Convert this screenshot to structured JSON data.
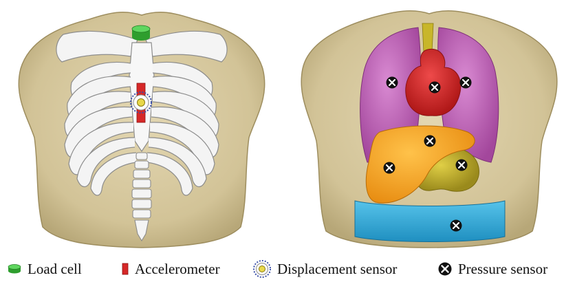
{
  "legend": {
    "load_cell": "Load cell",
    "accelerometer": "Accelerometer",
    "displacement_sensor": "Displacement sensor",
    "pressure_sensor": "Pressure sensor"
  },
  "colors": {
    "skin": "#d7c9a0",
    "skin_shadow": "#b8a878",
    "bone": "#f4f4f4",
    "bone_outline": "#8c8c8c",
    "load_cell": "#3bbf3b",
    "accelerometer": "#d62828",
    "displacement_ring": "#3a4fa8",
    "displacement_core": "#e8d84a",
    "lung": "#c064b8",
    "heart": "#d42a2a",
    "liver": "#f2a623",
    "stomach": "#c8b62a",
    "belt": "#2ea9d8",
    "pressure_sensor": "#111111"
  }
}
